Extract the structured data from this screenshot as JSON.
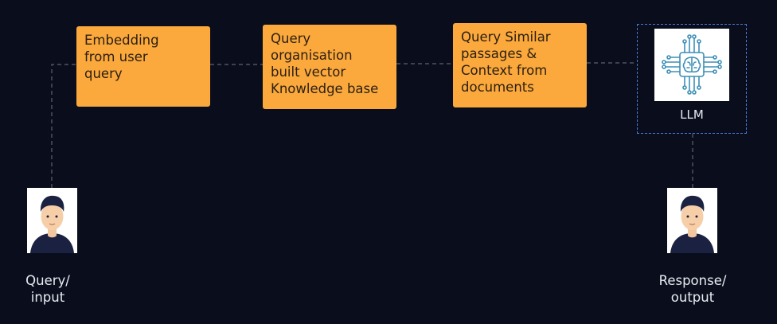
{
  "nodes": {
    "embedding": "Embedding\nfrom user\nquery",
    "query_org": "Query\norganisation\nbuilt vector\nKnowledge base",
    "similar": "Query Similar\npassages &\nContext from\ndocuments",
    "llm": "LLM"
  },
  "endpoints": {
    "input_label": "Query/\ninput",
    "output_label": "Response/\noutput"
  },
  "icons": {
    "user": "user-avatar-icon",
    "llm": "brain-chip-icon"
  },
  "colors": {
    "background": "#0a0d1c",
    "box_fill": "#fba83c",
    "llm_border": "#4a7bd8",
    "connector": "#5a6275",
    "text_light": "#e8ebf3"
  }
}
